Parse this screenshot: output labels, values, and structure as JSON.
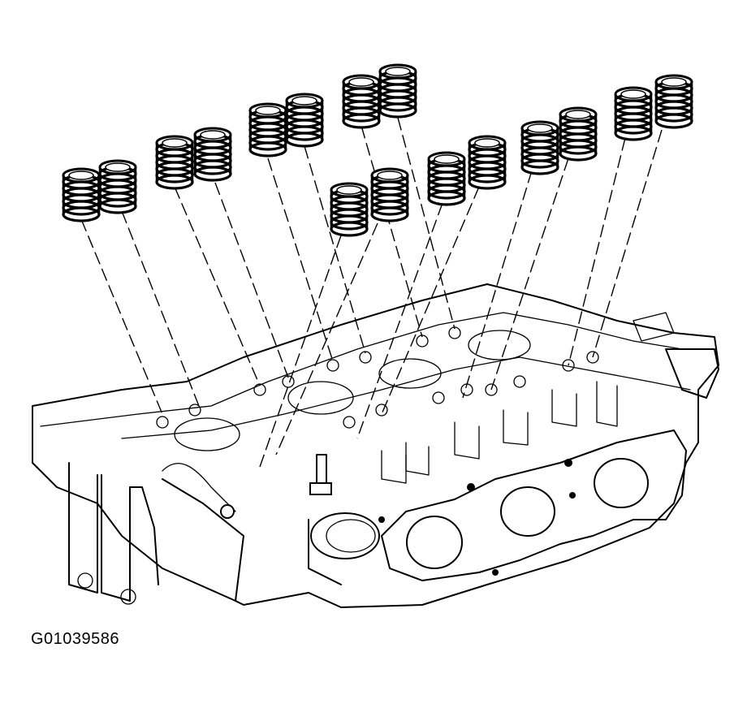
{
  "figure": {
    "id_label": "G01039586"
  },
  "parts": {
    "spring_pairs": 8,
    "component": "valve-spring"
  }
}
